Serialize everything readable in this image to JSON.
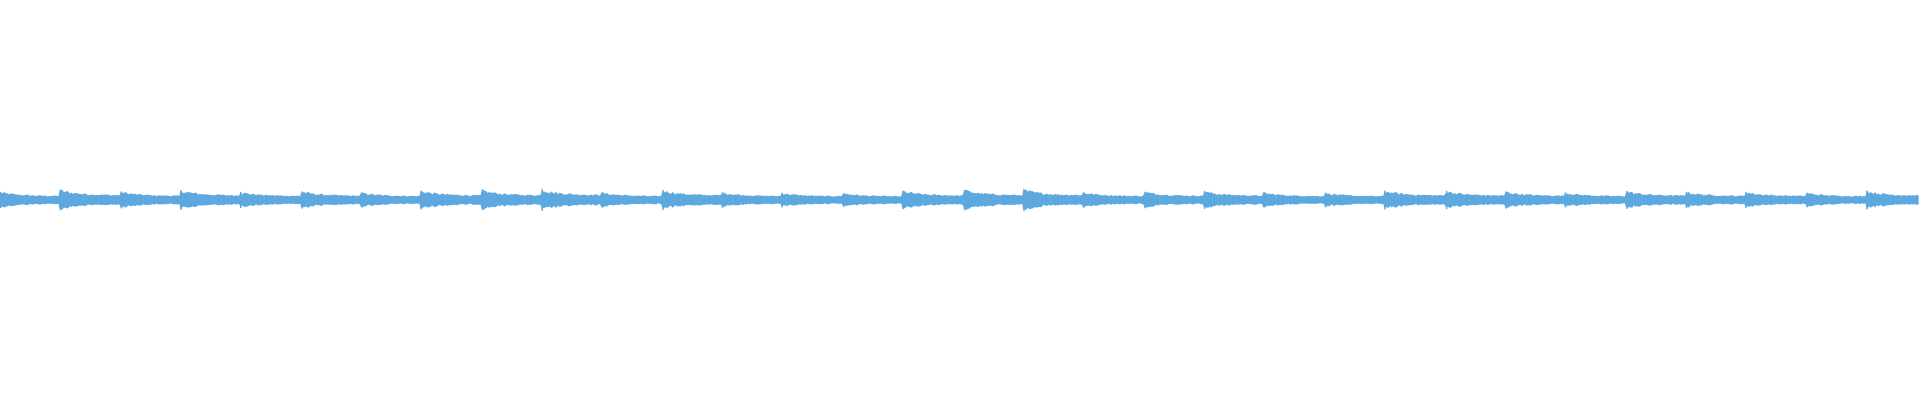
{
  "waveform": {
    "color": "#5ea8e0",
    "background": "#ffffff",
    "segments": [
      {
        "start": 0.0,
        "peak": 0.22
      },
      {
        "start": 0.031,
        "peak": 0.3
      },
      {
        "start": 0.063,
        "peak": 0.23
      },
      {
        "start": 0.094,
        "peak": 0.28
      },
      {
        "start": 0.125,
        "peak": 0.22
      },
      {
        "start": 0.157,
        "peak": 0.24
      },
      {
        "start": 0.188,
        "peak": 0.2
      },
      {
        "start": 0.219,
        "peak": 0.27
      },
      {
        "start": 0.251,
        "peak": 0.29
      },
      {
        "start": 0.282,
        "peak": 0.32
      },
      {
        "start": 0.313,
        "peak": 0.2
      },
      {
        "start": 0.345,
        "peak": 0.29
      },
      {
        "start": 0.376,
        "peak": 0.21
      },
      {
        "start": 0.407,
        "peak": 0.19
      },
      {
        "start": 0.439,
        "peak": 0.18
      },
      {
        "start": 0.47,
        "peak": 0.26
      },
      {
        "start": 0.502,
        "peak": 0.3
      },
      {
        "start": 0.533,
        "peak": 0.31
      },
      {
        "start": 0.564,
        "peak": 0.21
      },
      {
        "start": 0.596,
        "peak": 0.23
      },
      {
        "start": 0.627,
        "peak": 0.25
      },
      {
        "start": 0.658,
        "peak": 0.2
      },
      {
        "start": 0.69,
        "peak": 0.19
      },
      {
        "start": 0.721,
        "peak": 0.27
      },
      {
        "start": 0.753,
        "peak": 0.26
      },
      {
        "start": 0.784,
        "peak": 0.24
      },
      {
        "start": 0.815,
        "peak": 0.2
      },
      {
        "start": 0.847,
        "peak": 0.25
      },
      {
        "start": 0.878,
        "peak": 0.22
      },
      {
        "start": 0.909,
        "peak": 0.22
      },
      {
        "start": 0.941,
        "peak": 0.19
      },
      {
        "start": 0.972,
        "peak": 0.27
      }
    ]
  }
}
